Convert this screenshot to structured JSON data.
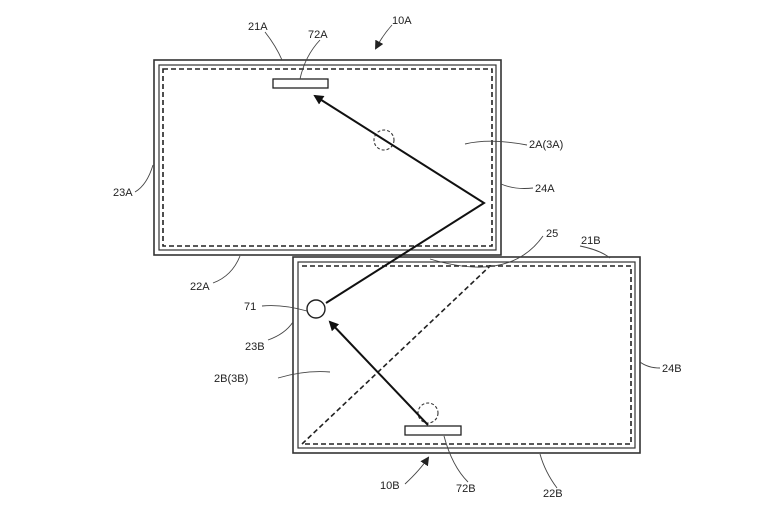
{
  "labels": {
    "device_a": "10A",
    "device_b": "10B",
    "a_top_edge": "21A",
    "a_bottom_edge": "22A",
    "a_left_edge": "23A",
    "a_right_edge": "24A",
    "a_display": "2A(3A)",
    "a_target": "72A",
    "b_top_edge": "21B",
    "b_bottom_edge": "22B",
    "b_left_edge": "23B",
    "b_right_edge": "24B",
    "b_display": "2B(3B)",
    "b_target": "72B",
    "boundary": "25",
    "object": "71"
  }
}
